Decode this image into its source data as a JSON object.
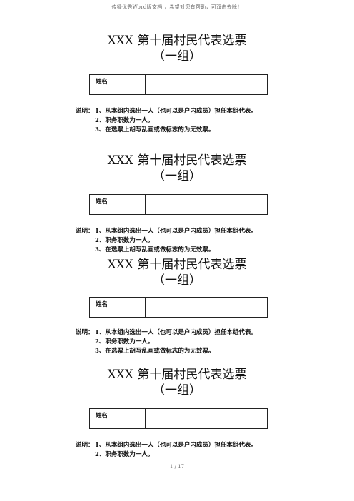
{
  "banner": "传播优秀Word版文档 ，希望对您有帮助，可双击去除！",
  "ballot": {
    "title": "XXX 第十届村民代表选票",
    "subtitle": "（一组）",
    "name_label": "姓名",
    "note_lead": "说明：",
    "notes": [
      "1、从本组内选出一人（也可以是户内成员）担任本组代表。",
      "2、职务职数为一人。",
      "3、在选票上胡写乱画或做标志的为无效票。"
    ]
  },
  "page_number": "1 / 17"
}
